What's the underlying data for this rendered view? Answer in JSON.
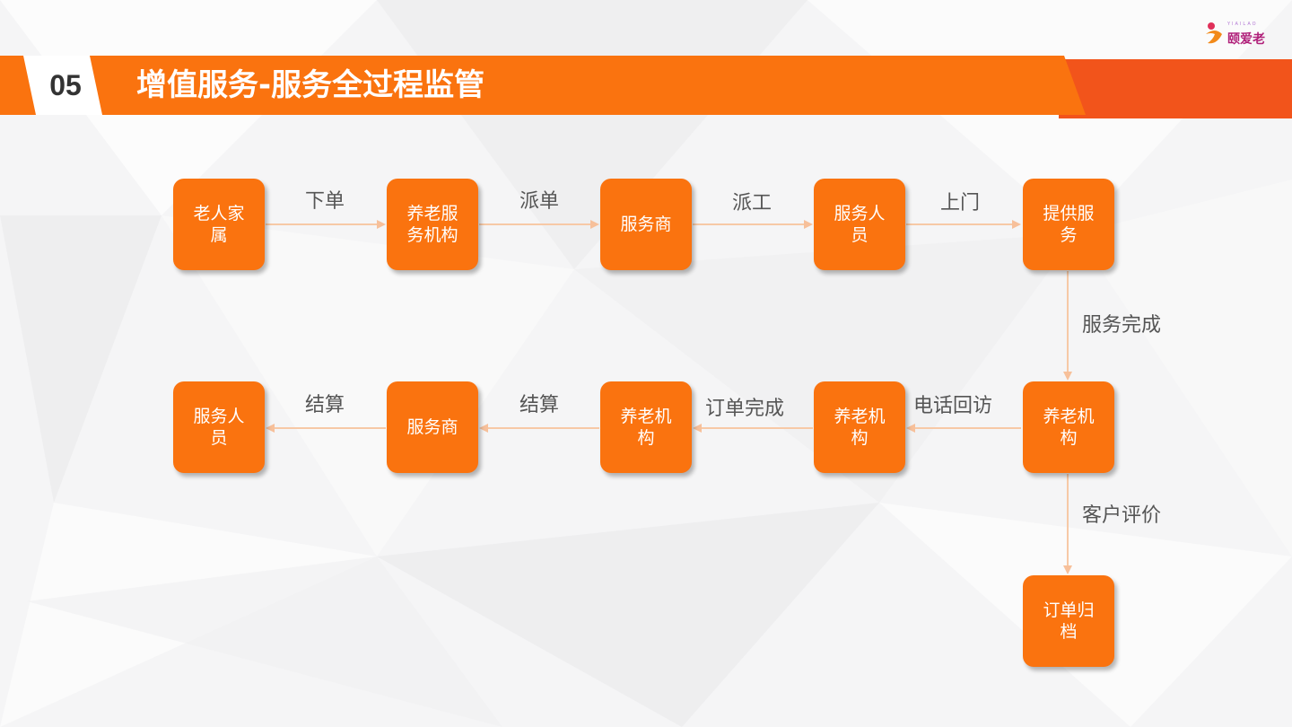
{
  "header": {
    "section_number": "05",
    "title": "增值服务-服务全过程监管"
  },
  "logo": {
    "subtitle": "YIAILAO",
    "name": "颐爱老"
  },
  "colors": {
    "accent": "#fa730f",
    "accent_dark": "#f2541b",
    "edge": "#f7c9a6"
  },
  "flow": {
    "nodes": [
      {
        "id": "n1",
        "label": "老人家属"
      },
      {
        "id": "n2",
        "label": "养老服务机构"
      },
      {
        "id": "n3",
        "label": "服务商"
      },
      {
        "id": "n4",
        "label": "服务人员"
      },
      {
        "id": "n5",
        "label": "提供服务"
      },
      {
        "id": "n6",
        "label": "养老机构"
      },
      {
        "id": "n7",
        "label": "养老机构"
      },
      {
        "id": "n8",
        "label": "养老机构"
      },
      {
        "id": "n9",
        "label": "服务商"
      },
      {
        "id": "n10",
        "label": "服务人员"
      },
      {
        "id": "n11",
        "label": "订单归档"
      }
    ],
    "edges": [
      {
        "from": "n1",
        "to": "n2",
        "label": "下单"
      },
      {
        "from": "n2",
        "to": "n3",
        "label": "派单"
      },
      {
        "from": "n3",
        "to": "n4",
        "label": "派工"
      },
      {
        "from": "n4",
        "to": "n5",
        "label": "上门"
      },
      {
        "from": "n5",
        "to": "n6",
        "label": "服务完成"
      },
      {
        "from": "n6",
        "to": "n7",
        "label": "电话回访"
      },
      {
        "from": "n7",
        "to": "n8",
        "label": "订单完成"
      },
      {
        "from": "n8",
        "to": "n9",
        "label": "结算"
      },
      {
        "from": "n9",
        "to": "n10",
        "label": "结算"
      },
      {
        "from": "n6",
        "to": "n11",
        "label": "客户评价"
      }
    ]
  }
}
